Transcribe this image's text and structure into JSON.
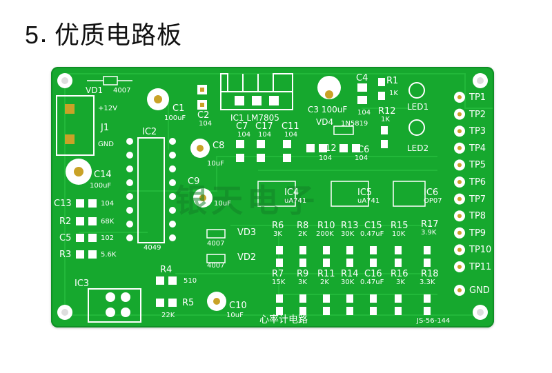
{
  "heading": {
    "number": "5",
    "title": "优质电路板"
  },
  "board": {
    "title": "心率计电路",
    "code": "JS-56-144",
    "watermark": "银天电子",
    "labels": {
      "VD1": "VD1",
      "d4007a": "4007",
      "VD2": "VD2",
      "VD3": "VD3",
      "VD4": "VD4",
      "d4007b": "4007",
      "d4007c": "4007",
      "IN5819": "1N5819",
      "v12": "+12V",
      "J1": "J1",
      "GND_l": "GND",
      "C1": "C1",
      "C1v": "100uF",
      "C2": "C2",
      "C2v": "104",
      "IC1": "IC1 LM7805",
      "C3": "C3 100uF",
      "C4": "C4",
      "C4v": "104",
      "R1": "R1",
      "R1v": "1K",
      "R12": "R12",
      "R12v": "1K",
      "LED1": "LED1",
      "LED2": "LED2",
      "IC2": "IC2",
      "IC2v": "4049",
      "C7": "C7",
      "C17": "C17",
      "C11": "C11",
      "C7v": "104",
      "C17v": "104",
      "C11v": "104",
      "C8": "C8",
      "C8v": "10uF",
      "C12": "C12",
      "C12v": "104",
      "C6": "C6",
      "C6v": "104",
      "C14": "C14",
      "C14v": "100uF",
      "C9": "C9",
      "C9v": "10uF",
      "C13": "C13",
      "C13v": "104",
      "R2": "R2",
      "R2v": "68K",
      "C5": "C5",
      "C5v": "102",
      "R3": "R3",
      "R3v": "5.6K",
      "IC4": "IC4",
      "IC4v": "uA741",
      "IC5": "IC5",
      "IC5v": "uA741",
      "IC6": "IC6",
      "IC6v": "OP07",
      "R6": "R6",
      "R6v": "3K",
      "R8": "R8",
      "R8v": "2K",
      "R10": "R10",
      "R10v": "200K",
      "R13": "R13",
      "R13v": "30K",
      "C15": "C15",
      "C15v": "0.47uF",
      "R15": "R15",
      "R15v": "10K",
      "R17": "R17",
      "R17v": "3.9K",
      "R7": "R7",
      "R7v": "15K",
      "R9": "R9",
      "R9v": "3K",
      "R11": "R11",
      "R11v": "2K",
      "R14": "R14",
      "R14v": "30K",
      "C16": "C16",
      "C16v": "0.47uF",
      "R16": "R16",
      "R16v": "3K",
      "R18": "R18",
      "R18v": "3.3K",
      "R4": "R4",
      "R4v": "510",
      "R5": "R5",
      "R5v": "22K",
      "IC3": "IC3",
      "C10": "C10",
      "C10v": "10uF"
    },
    "test_points": [
      "TP1",
      "TP2",
      "TP3",
      "TP4",
      "TP5",
      "TP6",
      "TP7",
      "TP8",
      "TP9",
      "TP10",
      "TP11",
      "GND"
    ]
  },
  "colors": {
    "board": "#16a82e",
    "pad": "#ffffff",
    "copper": "#c9a227",
    "silk": "#ffffff"
  }
}
